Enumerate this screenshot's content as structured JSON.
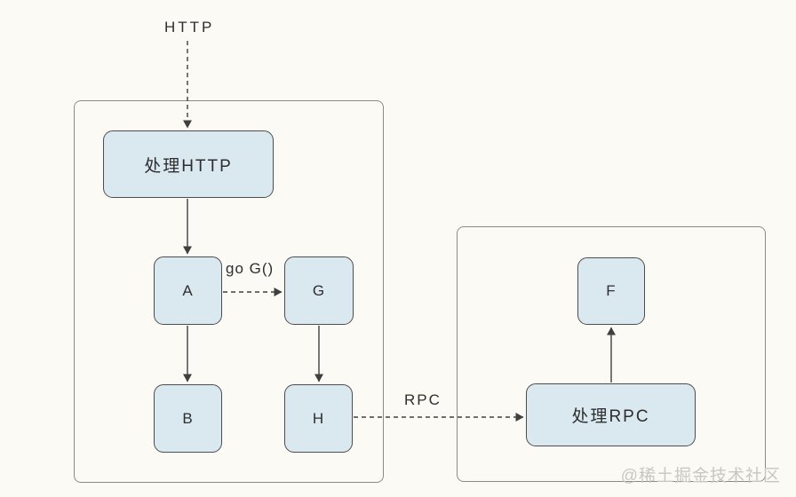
{
  "diagram": {
    "nodes": {
      "handle_http": {
        "label": "处理HTTP"
      },
      "a": {
        "label": "A"
      },
      "g": {
        "label": "G"
      },
      "b": {
        "label": "B"
      },
      "h": {
        "label": "H"
      },
      "f": {
        "label": "F"
      },
      "handle_rpc": {
        "label": "处理RPC"
      }
    },
    "edge_labels": {
      "http": "HTTP",
      "go_g": "go G()",
      "rpc": "RPC"
    },
    "edges": [
      {
        "from": "http-label",
        "to": "handle_http",
        "style": "dashed"
      },
      {
        "from": "handle_http",
        "to": "a",
        "style": "solid"
      },
      {
        "from": "a",
        "to": "g",
        "style": "dashed",
        "label": "go G()"
      },
      {
        "from": "a",
        "to": "b",
        "style": "solid"
      },
      {
        "from": "g",
        "to": "h",
        "style": "solid"
      },
      {
        "from": "h",
        "to": "handle_rpc",
        "style": "dashed",
        "label": "RPC"
      },
      {
        "from": "handle_rpc",
        "to": "f",
        "style": "solid"
      }
    ]
  },
  "watermark": {
    "text": "@稀土掘金技术社区"
  },
  "colors": {
    "background": "#fbfaf4",
    "node_fill": "#dae8ef",
    "node_border": "#4d4d4d",
    "group_border": "#8b8a84",
    "arrow": "#3f3f3f",
    "text": "#2e2e2e",
    "watermark": "#c9c7c0"
  }
}
